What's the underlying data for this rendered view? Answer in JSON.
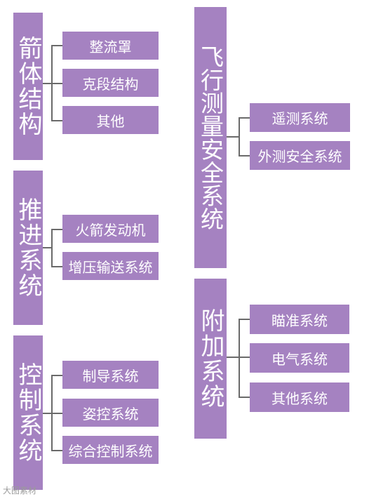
{
  "groups": {
    "rocket_body": {
      "title": "箭体结构",
      "items": [
        "整流罩",
        "克段结构",
        "其他"
      ]
    },
    "propulsion": {
      "title": "推进系统",
      "items": [
        "火箭发动机",
        "增压输送系统"
      ]
    },
    "control": {
      "title": "控制系统",
      "items": [
        "制导系统",
        "姿控系统",
        "综合控制系统"
      ]
    },
    "flight_safety": {
      "title": "飞行测量安全系统",
      "items": [
        "遥测系统",
        "外测安全系统"
      ]
    },
    "auxiliary": {
      "title": "附加系统",
      "items": [
        "瞄准系统",
        "电气系统",
        "其他系统"
      ]
    }
  },
  "colors": {
    "box": "#a582c1",
    "text": "#ffffff",
    "connector": "#6a6a6a"
  },
  "watermark": "大图素材"
}
